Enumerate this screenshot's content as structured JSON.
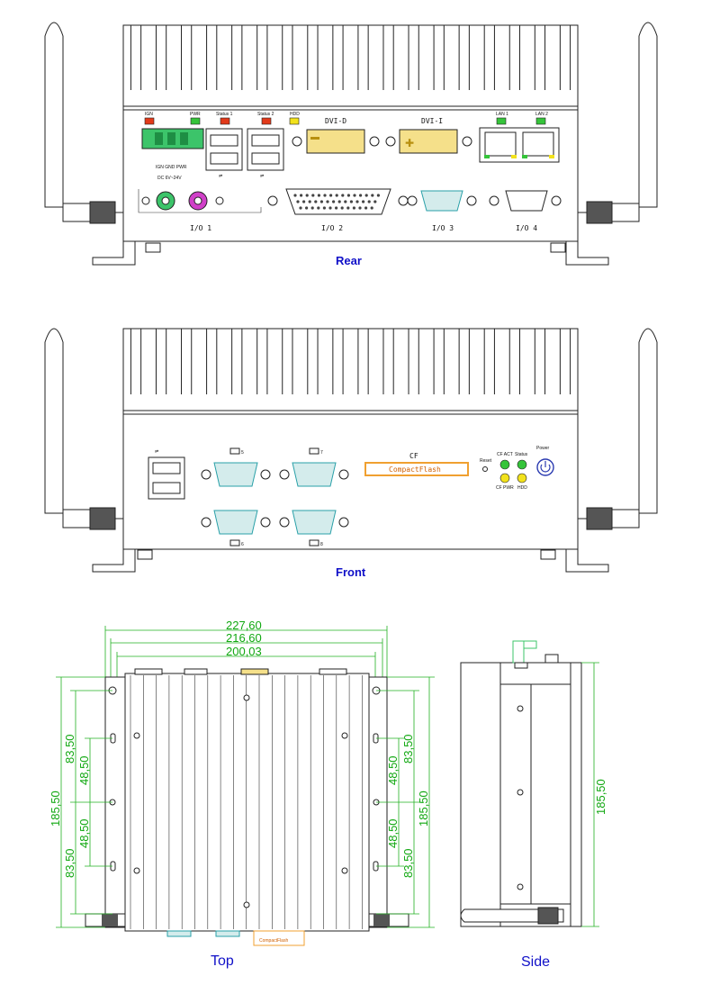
{
  "views": {
    "rear": "Rear",
    "front": "Front",
    "top": "Top",
    "side": "Side"
  },
  "rear_labels": {
    "ign": "IGN",
    "pwr": "PWR",
    "status1": "Status 1",
    "status2": "Status 2",
    "hdd": "HDD",
    "dvi_d": "DVI-D",
    "dvi_i": "DVI-I",
    "lan1": "LAN 1",
    "lan2": "LAN 2",
    "terminal": "IGN GND PWR",
    "voltage": "DC 6V~24V",
    "io1": "I/O 1",
    "io2": "I/O 2",
    "io3": "I/O 3",
    "io4": "I/O 4"
  },
  "front_labels": {
    "com5": "5",
    "com7": "7",
    "com6": "6",
    "com8": "8",
    "cf": "CF",
    "cf_slot": "CompactFlash",
    "reset": "Reset",
    "cf_act": "CF ACT",
    "status": "Status",
    "cf_pwr": "CF PWR",
    "hdd": "HDD",
    "power": "Power"
  },
  "dimensions": {
    "width_outer": "227,60",
    "width_mid": "216,60",
    "width_inner": "200,03",
    "left_total": "185,50",
    "left_upper": "83,50",
    "left_lower": "83,50",
    "left_half1": "48,50",
    "left_half2": "48,50",
    "right_total": "185,50",
    "right_upper": "83,50",
    "right_lower": "83,50",
    "right_half1": "48,50",
    "right_half2": "48,50",
    "side_total": "185,50",
    "top_cf_label": "CompactFlash"
  },
  "colors": {
    "caption": "#1010c8",
    "dimension": "#11a811",
    "led_red": "#e23a1a",
    "led_green": "#35c43a",
    "led_yellow": "#f2e21c",
    "dvi": "#f5e08a",
    "serial": "#d4ecec",
    "cf": "#f0a030"
  }
}
